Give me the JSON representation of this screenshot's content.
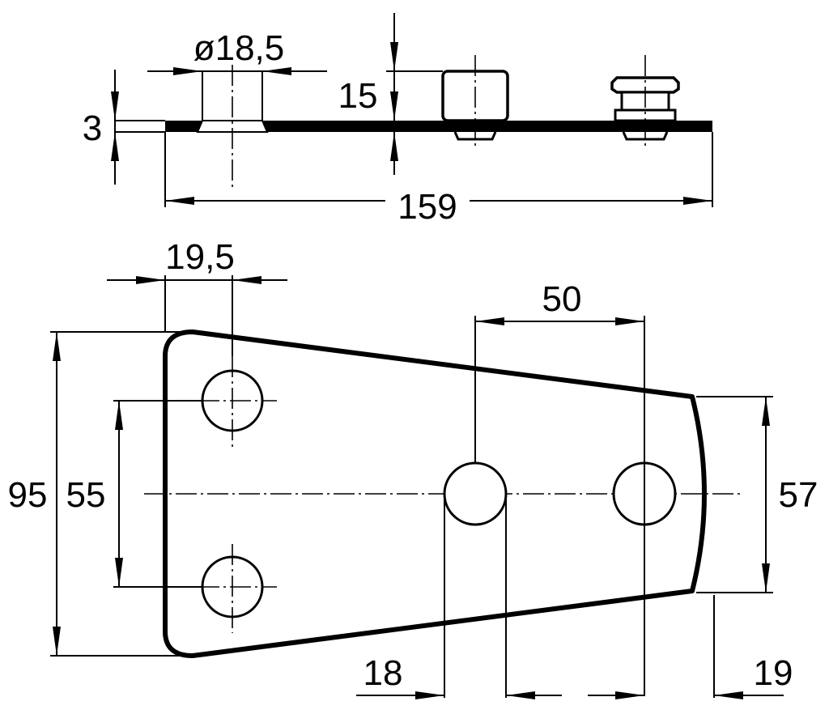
{
  "drawing": {
    "side_view": {
      "hole_diameter_label": "ø18,5",
      "thickness_label": "3",
      "height_label": "15",
      "length_label": "159"
    },
    "top_view": {
      "edge_offset_label": "19,5",
      "hole_spacing_label": "50",
      "overall_width_label": "95",
      "left_hole_spacing_label": "55",
      "right_end_width_label": "57",
      "hole_dia_label": "18",
      "right_offset_label": "19"
    }
  }
}
